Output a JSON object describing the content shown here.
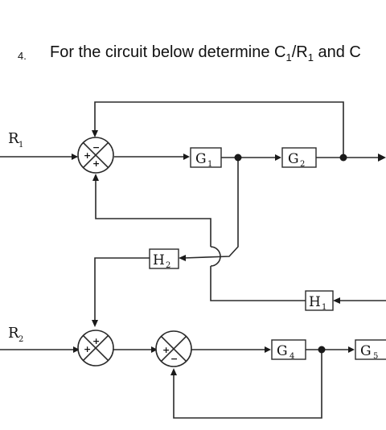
{
  "question": {
    "number": "4.",
    "text": "For the circuit below determine C₁/R₁ and C",
    "text_main": "For the circuit below determine C",
    "sub1": "1",
    "slash": "/R",
    "sub2": "1",
    "tail": " and C"
  },
  "inputs": {
    "r1": {
      "letter": "R",
      "sub": "1"
    },
    "r2": {
      "letter": "R",
      "sub": "2"
    }
  },
  "blocks": {
    "g1": {
      "letter": "G",
      "sub": "1"
    },
    "g2": {
      "letter": "G",
      "sub": "2"
    },
    "g4": {
      "letter": "G",
      "sub": "4"
    },
    "g5": {
      "letter": "G",
      "sub": "5"
    },
    "h1": {
      "letter": "H",
      "sub": "1"
    },
    "h2": {
      "letter": "H",
      "sub": "2"
    }
  },
  "summing_points": {
    "s1": {
      "top": "−",
      "left": "+",
      "bottom": "+"
    },
    "s2": {
      "top": "+",
      "left": "+"
    },
    "s3": {
      "left": "+",
      "bottom": "−"
    }
  }
}
